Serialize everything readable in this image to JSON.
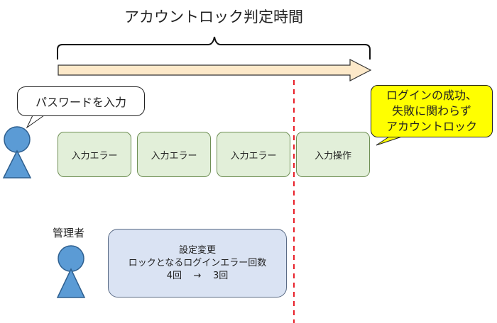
{
  "diagram": {
    "title": "アカウントロック判定時間",
    "user_speech": "パスワードを入力",
    "steps": [
      "入力エラー",
      "入力エラー",
      "入力エラー",
      "入力操作"
    ],
    "lock_callout": [
      "ログインの成功、",
      "失敗に関わらず",
      "アカウントロック"
    ],
    "admin_label": "管理者",
    "settings": {
      "line1": "設定変更",
      "line2": "ロックとなるログインエラー回数",
      "from": "4回",
      "arrow": "→",
      "to": "3回"
    }
  },
  "colors": {
    "arrow_fill": "#fde9c9",
    "step_fill": "#e2efd9",
    "callout_fill": "#ffff00",
    "settings_fill": "#dae3f3",
    "person_fill": "#5b9bd5",
    "dashed_line": "#e8202a"
  }
}
